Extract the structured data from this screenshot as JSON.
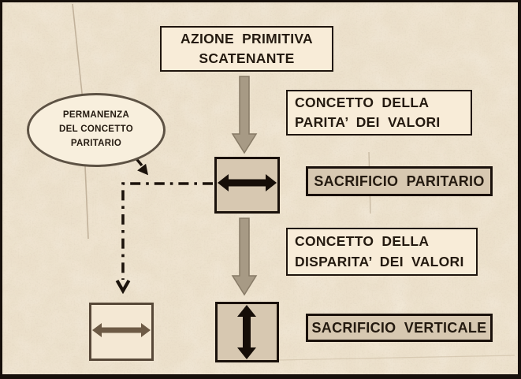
{
  "diagram": {
    "boxes": {
      "trigger": {
        "line1": "AZIONE PRIMITIVA",
        "line2": "SCATENANTE"
      },
      "parity_concept": {
        "line1": "CONCETTO DELLA",
        "line2": "PARITA’ DEI VALORI"
      },
      "parity_sacrifice": {
        "label": "SACRIFICIO PARITARIO"
      },
      "disparity_concept": {
        "line1": "CONCETTO DELLA",
        "line2": "DISPARITA’ DEI VALORI"
      },
      "vertical_sacrifice": {
        "label": "SACRIFICIO VERTICALE"
      }
    },
    "ellipse": {
      "line1": "PERMANENZA",
      "line2": "DEL CONCETTO",
      "line3": "PARITARIO"
    },
    "icons": {
      "top_flow_arrow": "down-block-arrow",
      "bottom_flow_arrow": "down-block-arrow",
      "parity_symbol": "horizontal-double-arrow",
      "vertical_symbol": "vertical-double-arrow",
      "permanence_symbol": "horizontal-double-arrow-brown",
      "permanence_connector": "dash-dot-elbow-arrow",
      "ellipse_pointer": "short-arrow-down-right"
    },
    "colors": {
      "background_parchment": "#ece0cb",
      "box_cream": "#f8ecd8",
      "box_tan": "#d7c8b1",
      "block_arrow_fill": "#a79a85",
      "block_arrow_stroke": "#877a66",
      "ink_black": "#1c130c",
      "brown_arrow": "#6d5a45",
      "ellipse_border": "#5d5244",
      "frame_border": "#17100b"
    }
  }
}
